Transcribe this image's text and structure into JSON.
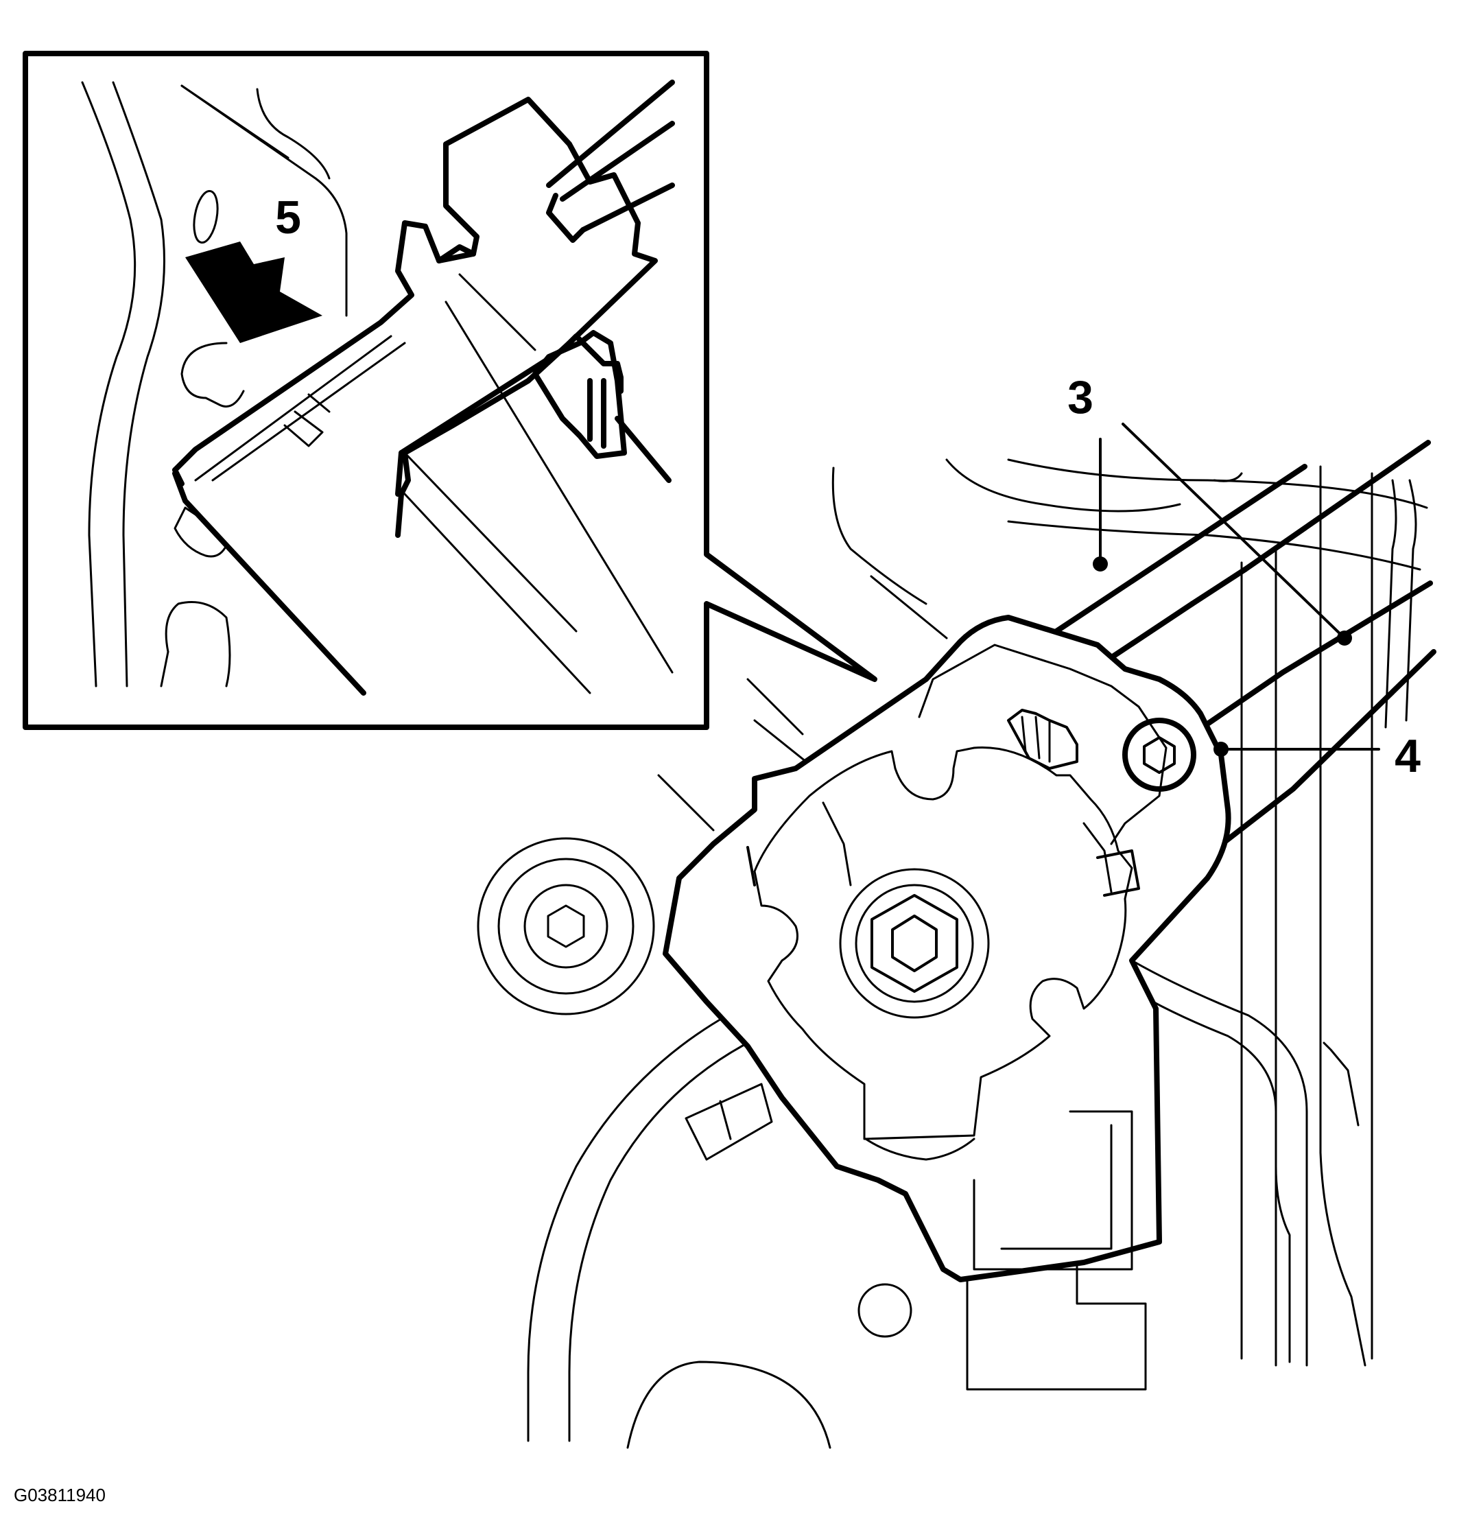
{
  "callouts": {
    "label_3": "3",
    "label_4": "4",
    "label_5": "5"
  },
  "figure_id": "G03811940",
  "colors": {
    "line": "#000000",
    "background": "#ffffff"
  },
  "icons": {
    "arrow_5": "arrow-down-left-icon"
  }
}
